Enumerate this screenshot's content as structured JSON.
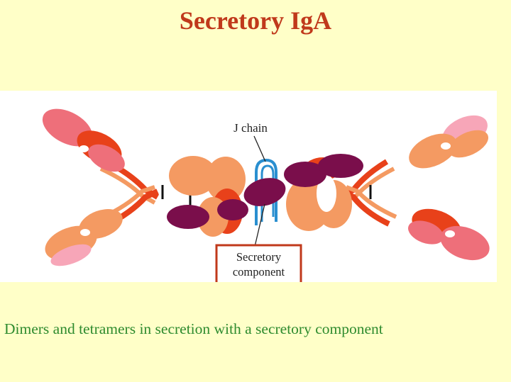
{
  "title": "Secretory IgA",
  "labels": {
    "j_chain": "J chain",
    "secretory_line1": "Secretory",
    "secretory_line2": "component"
  },
  "caption": "Dimers and tetramers in secretion with a secretory component",
  "colors": {
    "background": "#ffffc8",
    "title": "#c0391b",
    "caption": "#2e8b2e",
    "heavy_chain": "#e8411a",
    "light_chain": "#f49a62",
    "fab_tip": "#ee6f7a",
    "fab_tip_light": "#f7a6b8",
    "secretory_component": "#7a0e4b",
    "j_chain": "#2a8fd0",
    "label_box": "#c0391b"
  }
}
